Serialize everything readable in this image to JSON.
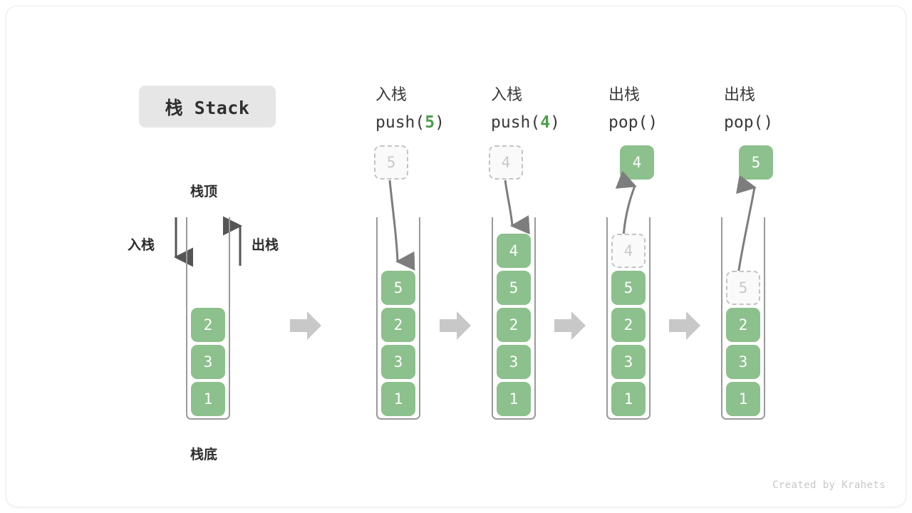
{
  "title": {
    "text": "栈 Stack"
  },
  "legend": {
    "top_label": "栈顶",
    "bottom_label": "栈底",
    "push_label": "入栈",
    "pop_label": "出栈"
  },
  "credit": "Created by Krahets",
  "colors": {
    "cell_fill": "#8cc08c",
    "cell_text": "#ffffff",
    "ghost_fill": "#fafafa",
    "ghost_border": "#c4c4c4",
    "ghost_text": "#c9c9c9",
    "container_border": "#9a9a9a",
    "arrow": "#7d7d7d",
    "accent_green": "#4b9e4b",
    "title_pill_bg": "#e6e6e6"
  },
  "columns": [
    {
      "id": "initial",
      "head_cn": "",
      "head_code_pre": "",
      "head_code_arg": "",
      "head_code_post": "",
      "stack": [
        "2",
        "3",
        "1"
      ],
      "floating": null,
      "ghost": null
    },
    {
      "id": "push-5",
      "head_cn": "入栈",
      "head_code_pre": "push(",
      "head_code_arg": "5",
      "head_code_post": ")",
      "stack": [
        "5",
        "2",
        "3",
        "1"
      ],
      "floating": null,
      "ghost": {
        "value": "5",
        "position": "above"
      }
    },
    {
      "id": "push-4",
      "head_cn": "入栈",
      "head_code_pre": "push(",
      "head_code_arg": "4",
      "head_code_post": ")",
      "stack": [
        "4",
        "5",
        "2",
        "3",
        "1"
      ],
      "floating": null,
      "ghost": {
        "value": "4",
        "position": "above"
      }
    },
    {
      "id": "pop-1",
      "head_cn": "出栈",
      "head_code_pre": "pop(",
      "head_code_arg": "",
      "head_code_post": ")",
      "stack": [
        "5",
        "2",
        "3",
        "1"
      ],
      "floating": {
        "value": "4"
      },
      "ghost": {
        "value": "4",
        "position": "inside-top"
      }
    },
    {
      "id": "pop-2",
      "head_cn": "出栈",
      "head_code_pre": "pop(",
      "head_code_arg": "",
      "head_code_post": ")",
      "stack": [
        "2",
        "3",
        "1"
      ],
      "floating": {
        "value": "5"
      },
      "ghost": {
        "value": "5",
        "position": "inside-top"
      }
    }
  ],
  "step_arrows": 4
}
